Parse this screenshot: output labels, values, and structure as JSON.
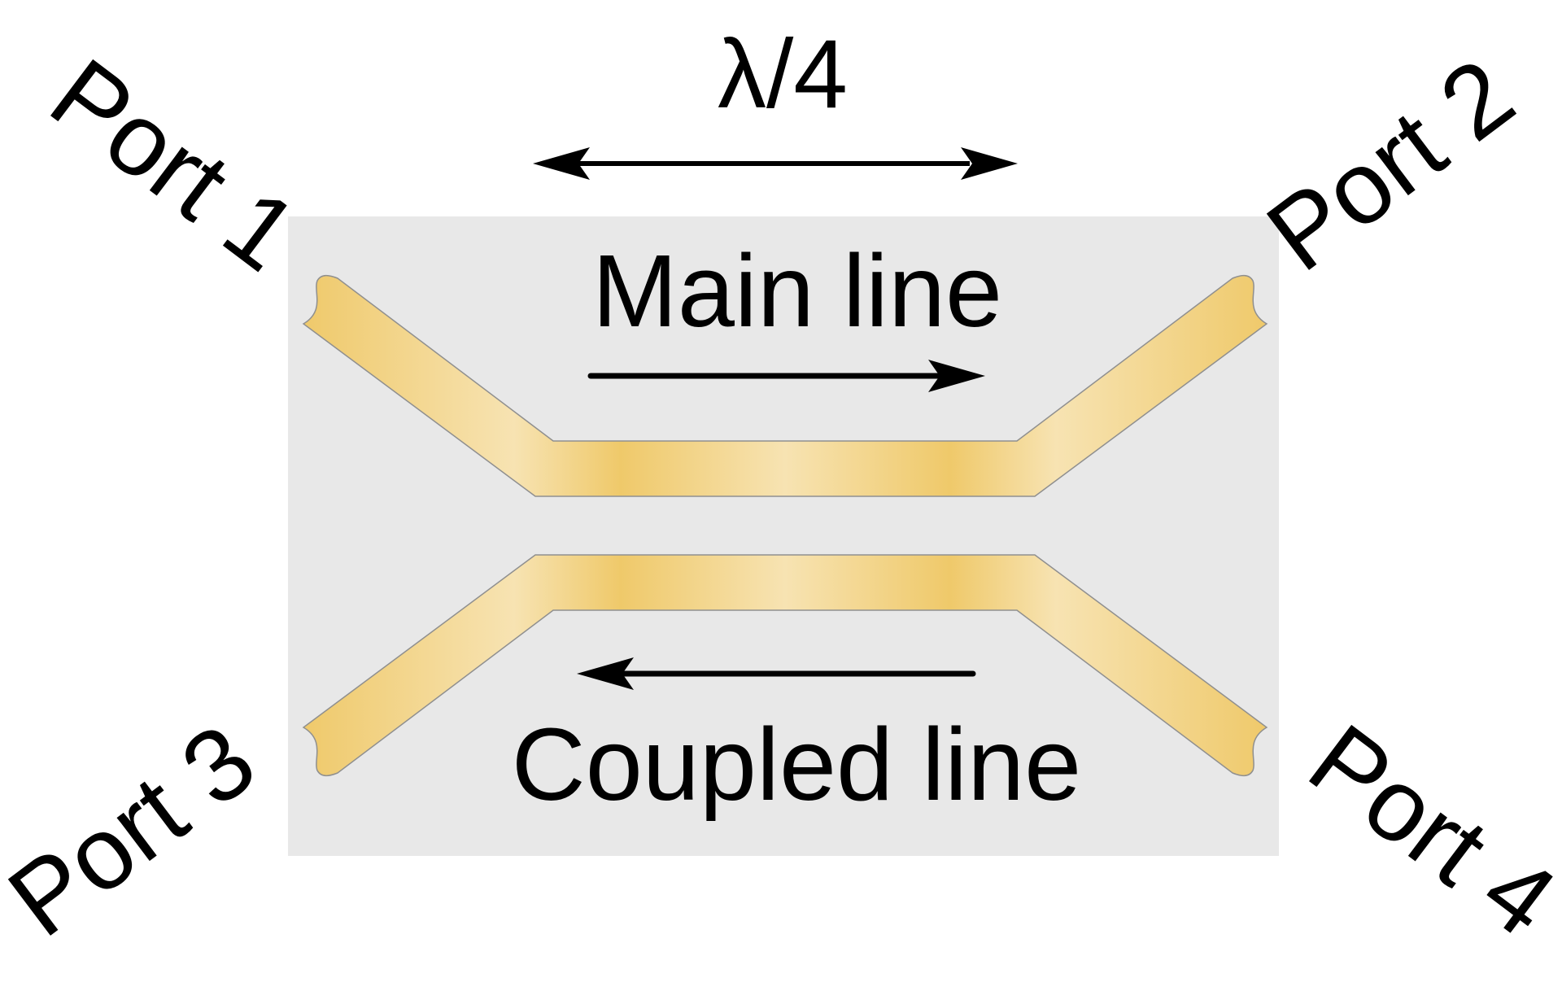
{
  "diagram": {
    "length_label": "λ/4",
    "main_line_label": "Main line",
    "coupled_line_label": "Coupled line",
    "ports": {
      "port1": "Port 1",
      "port2": "Port 2",
      "port3": "Port 3",
      "port4": "Port 4"
    }
  },
  "colors": {
    "substrate": "#e8e8e8",
    "conductor_light": "#f7e3b2",
    "conductor_dark": "#efc96a",
    "conductor_edge": "#8f8f8f",
    "ink": "#000000"
  }
}
